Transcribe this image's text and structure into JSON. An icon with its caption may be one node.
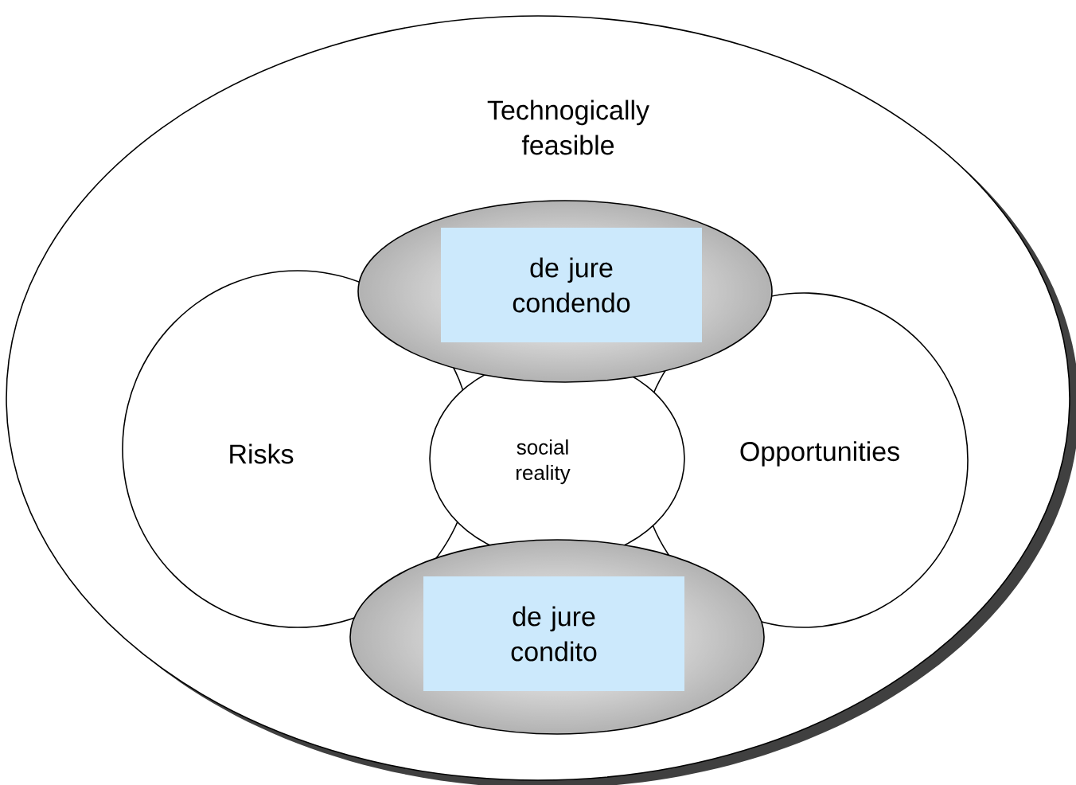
{
  "diagram": {
    "nodes": [
      {
        "text": [
          "Technogically feasible"
        ]
      },
      {
        "text": [
          "de jure condendo"
        ],
        "in": 0
      },
      {
        "text": [
          "Risks"
        ],
        "in": 0
      },
      {
        "text": [
          "social reality"
        ],
        "in": 0
      },
      {
        "text": [
          "Opportunities"
        ],
        "in": 0
      },
      {
        "text": [
          "de jure condito"
        ],
        "in": 0
      }
    ]
  }
}
